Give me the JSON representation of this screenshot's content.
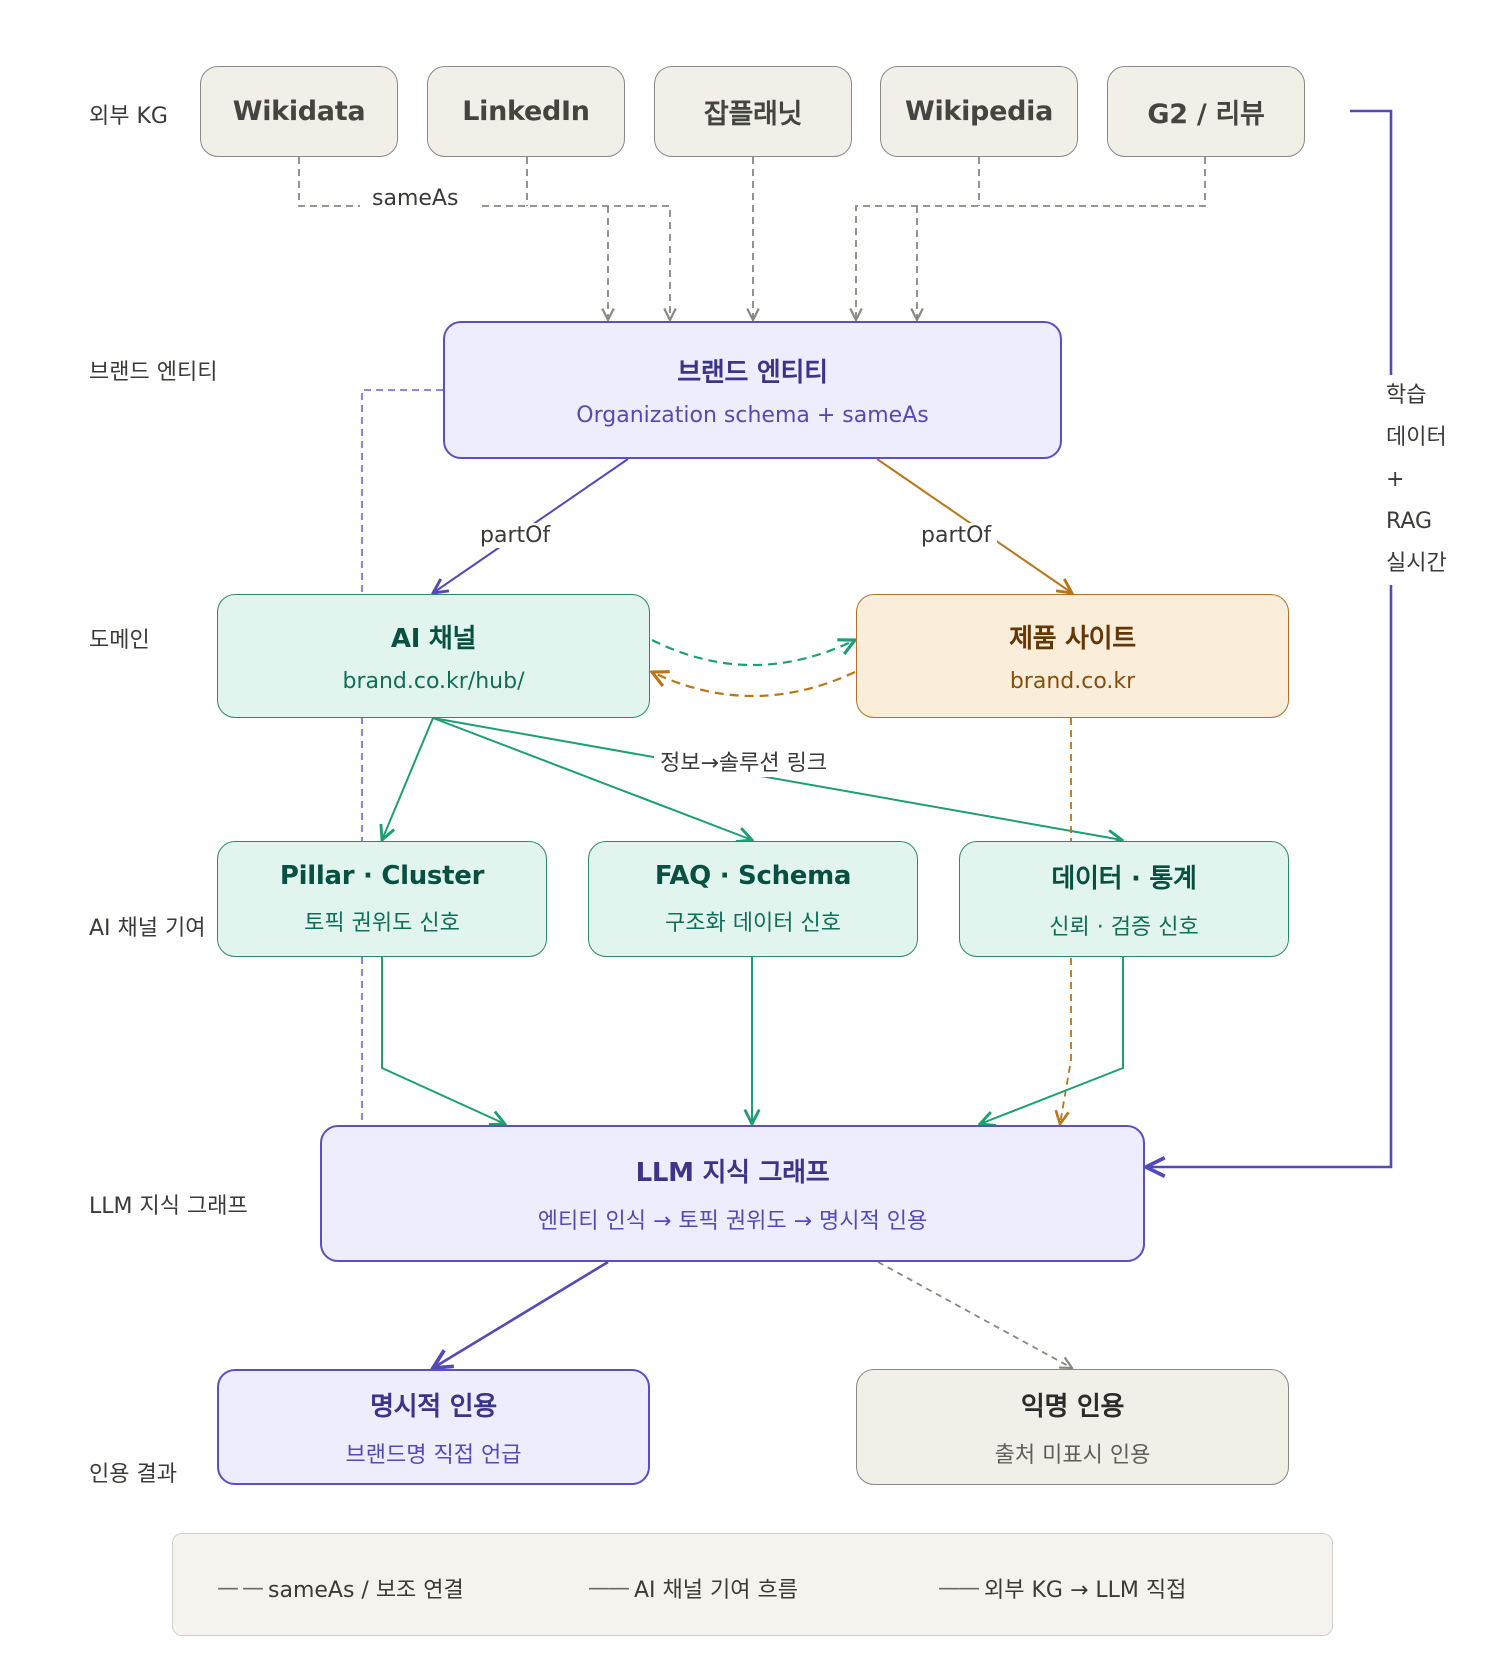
{
  "colors": {
    "purple": "#534ab7",
    "purple_dashed": "#7f77dd",
    "green": "#1d9e75",
    "amber": "#ba7517",
    "gray": "#888780"
  },
  "row_labels": [
    "외부 KG",
    "브랜드 엔티티",
    "도메인",
    "AI 채널 기여",
    "LLM 지식 그래프",
    "인용 결과"
  ],
  "external_kg": [
    {
      "label": "Wikidata"
    },
    {
      "label": "LinkedIn"
    },
    {
      "label": "잡플래닛"
    },
    {
      "label": "Wikipedia"
    },
    {
      "label": "G2 / 리뷰"
    }
  ],
  "brand_entity": {
    "title": "브랜드 엔티티",
    "subtitle": "Organization schema + sameAs"
  },
  "domains": {
    "ai_channel": {
      "title": "AI 채널",
      "subtitle": "brand.co.kr/hub/"
    },
    "product_site": {
      "title": "제품 사이트",
      "subtitle": "brand.co.kr"
    }
  },
  "contributions": [
    {
      "title": "Pillar · Cluster",
      "subtitle": "토픽 권위도 신호"
    },
    {
      "title": "FAQ · Schema",
      "subtitle": "구조화 데이터 신호"
    },
    {
      "title": "데이터 · 통계",
      "subtitle": "신뢰 · 검증 신호"
    }
  ],
  "llm_graph": {
    "title": "LLM 지식 그래프",
    "subtitle": "엔티티 인식 → 토픽 권위도 → 명시적 인용"
  },
  "results": {
    "explicit": {
      "title": "명시적 인용",
      "subtitle": "브랜드명 직접 언급"
    },
    "anonymous": {
      "title": "익명 인용",
      "subtitle": "출처 미표시 인용"
    }
  },
  "edge_labels": {
    "same_as": "sameAs",
    "part_of_left": "partOf",
    "part_of_right": "partOf",
    "info_to_solution": "정보→솔루션 링크",
    "training_rag": [
      "학습",
      "데이터",
      "+",
      "RAG",
      "실시간"
    ]
  },
  "legend": [
    {
      "swatch": "— —",
      "label": "sameAs / 보조 연결"
    },
    {
      "swatch": "——",
      "label": "AI 채널 기여 흐름"
    },
    {
      "swatch": "——",
      "label": "외부 KG → LLM 직접"
    }
  ]
}
